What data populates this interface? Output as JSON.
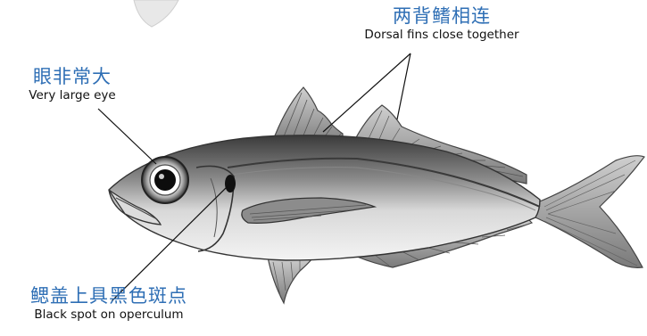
{
  "annotations": {
    "dorsal": {
      "cn": "两背鳍相连",
      "en": "Dorsal fins close together"
    },
    "eye": {
      "cn": "眼非常大",
      "en": "Very large eye"
    },
    "spot": {
      "cn": "鳃盖上具黑色斑点",
      "en": "Black spot on operculum"
    }
  },
  "colors": {
    "label_cn": "#2f6fb5",
    "label_en": "#111111",
    "leader_line": "#111111"
  }
}
